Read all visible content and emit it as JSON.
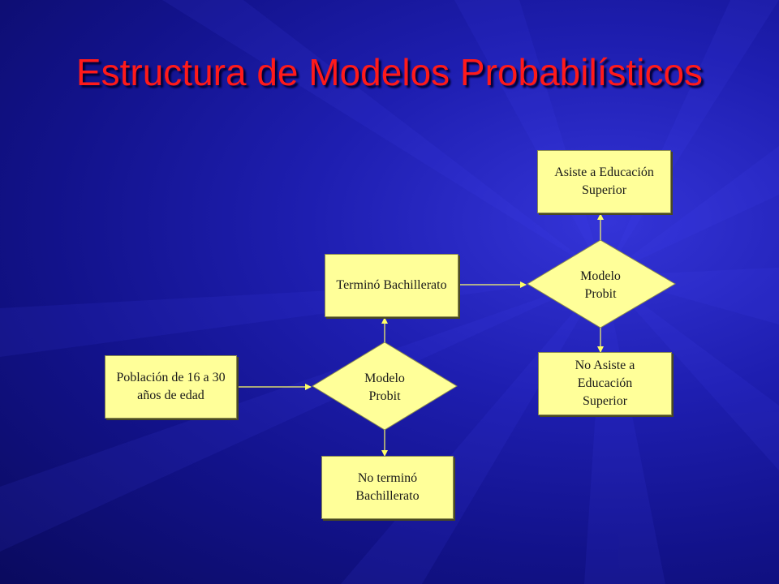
{
  "slide": {
    "title": "Estructura de Modelos Probabilísticos"
  },
  "diagram": {
    "nodes": {
      "poblacion": "Población de 16 a 30 años de edad",
      "modelo_probit_1": "Modelo Probit",
      "termino_bachillerato": "Terminó Bachillerato",
      "no_termino_bachillerato": "No terminó Bachillerato",
      "modelo_probit_2": "Modelo Probit",
      "asiste_superior": "Asiste a Educación Superior",
      "no_asiste_superior": "No Asiste a Educación Superior"
    },
    "colors": {
      "box_fill": "#ffff99",
      "connector": "#ffff66",
      "title": "#ff1a1a"
    }
  }
}
